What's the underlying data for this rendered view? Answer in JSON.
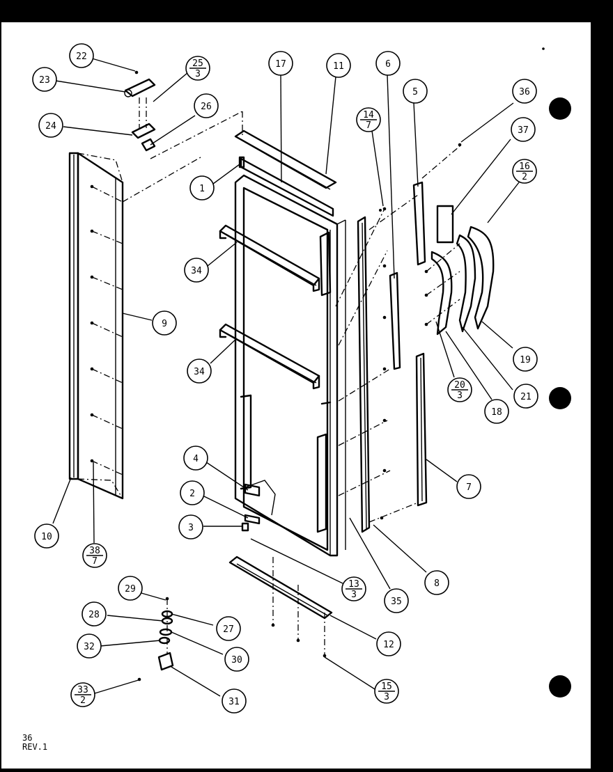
{
  "sheet": {
    "code": "36",
    "revision": "REV.1"
  },
  "callouts": [
    {
      "label": "22"
    },
    {
      "label": "23"
    },
    {
      "label": "25",
      "sub": "3"
    },
    {
      "label": "24"
    },
    {
      "label": "26"
    },
    {
      "label": "17"
    },
    {
      "label": "11"
    },
    {
      "label": "6"
    },
    {
      "label": "5"
    },
    {
      "label": "14",
      "sub": "7"
    },
    {
      "label": "36"
    },
    {
      "label": "37"
    },
    {
      "label": "16",
      "sub": "2"
    },
    {
      "label": "1"
    },
    {
      "label": "34"
    },
    {
      "label": "9"
    },
    {
      "label": "34"
    },
    {
      "label": "19"
    },
    {
      "label": "20",
      "sub": "3"
    },
    {
      "label": "18"
    },
    {
      "label": "21"
    },
    {
      "label": "7"
    },
    {
      "label": "4"
    },
    {
      "label": "2"
    },
    {
      "label": "3"
    },
    {
      "label": "10"
    },
    {
      "label": "38",
      "sub": "7"
    },
    {
      "label": "13",
      "sub": "3"
    },
    {
      "label": "35"
    },
    {
      "label": "8"
    },
    {
      "label": "29"
    },
    {
      "label": "28"
    },
    {
      "label": "27"
    },
    {
      "label": "12"
    },
    {
      "label": "32"
    },
    {
      "label": "30"
    },
    {
      "label": "33",
      "sub": "2"
    },
    {
      "label": "31"
    },
    {
      "label": "15",
      "sub": "3"
    }
  ],
  "colors": {
    "ink": "#000000",
    "paper": "#ffffff"
  }
}
